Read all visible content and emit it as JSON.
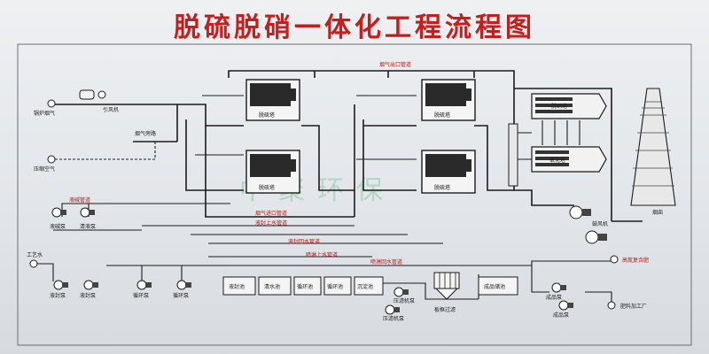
{
  "title": "脱硫脱硝一体化工程流程图",
  "watermark": "中聚环保",
  "colors": {
    "title": "#c41e1e",
    "pipe": "#1b1b1b",
    "tank": "#f4f4f4",
    "watermark": "#3fae5a"
  },
  "labels": {
    "boiler_flue": "锅炉烟气",
    "induced_fan": "引风机",
    "compressed_air": "压缩空气",
    "flue_bypass": "烟气旁路",
    "flue_outlet_pipe": "烟气出口管道",
    "desulf_tower": "脱硫塔",
    "flue_inlet_pipe": "烟气进口管道",
    "sealed_water_pipe": "液封上水管道",
    "circulation_pipe": "液封回水管道",
    "liquid_return_pipe": "喷淋上水管道",
    "spray_return_pipe": "喷淋回水管道",
    "denitration_tower": "脱硝塔",
    "oxidation_tower": "氧化塔",
    "blower": "鼓风机",
    "chimney": "烟囱",
    "ammonia_pump": "液碱泵",
    "water_pump": "清液泵",
    "process_water": "工艺水",
    "liquid_seal_pump": "液封泵",
    "liquid_seal_pump2": "液封泵",
    "recycle_pump": "循环泵",
    "recycle_pump2": "循环泵",
    "tank_seal": "液封池",
    "tank_clear": "清水池",
    "tank_recycle": "循环池",
    "tank_recycle2": "循环池",
    "tank_settle": "沉淀池",
    "filter_press": "板框过滤",
    "filter_pump": "压滤机泵",
    "filter_pump2": "压滤机泵",
    "finished_tank": "成品储池",
    "product_pump": "成品泵",
    "product_pump2": "成品泵",
    "fertilizer": "高氮复合肥",
    "plant": "肥料加工厂",
    "ammonia_pipe": "液碱管道"
  }
}
